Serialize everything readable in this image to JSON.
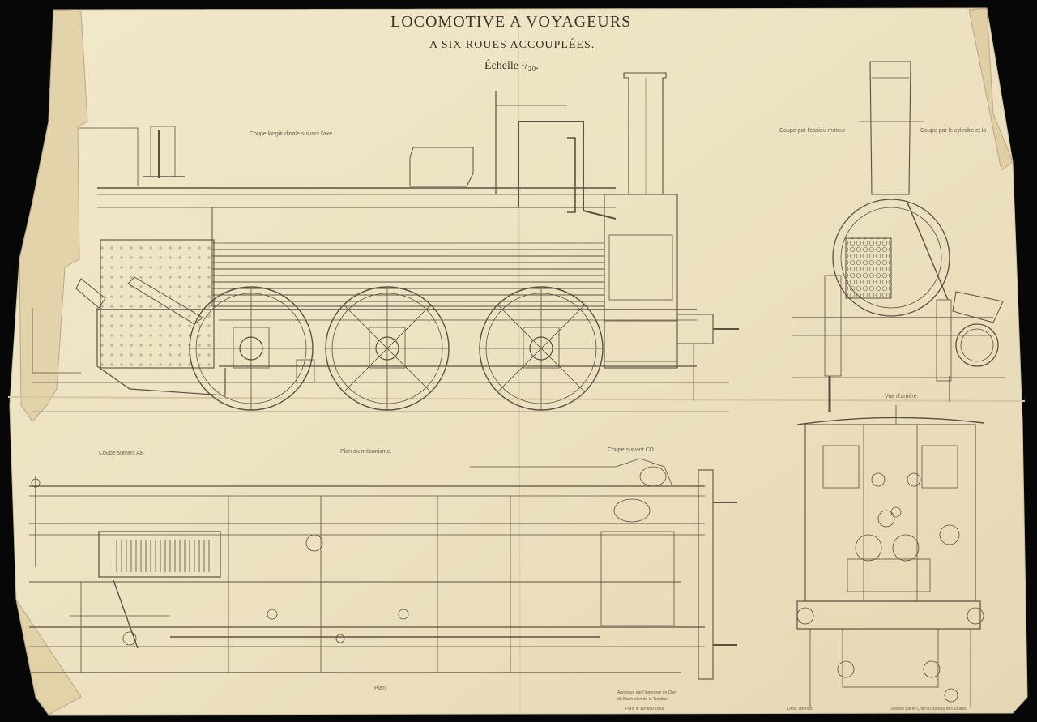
{
  "title": {
    "main": "LOCOMOTIVE A VOYAGEURS",
    "subtitle": "A SIX ROUES ACCOUPLÉES.",
    "scale": "Échelle ¹/₂₀."
  },
  "captions": {
    "longitudinal_section": "Coupe longitudinale suivant l'axe.",
    "axle_section": "Coupe par l'essieu moteur",
    "cylinder_section": "Coupe par le cylindre et la",
    "rear_view": "Vue d'arrière.",
    "section_ab": "Coupe suivant AB",
    "mechanism_plan": "Plan du mécanisme.",
    "section_cd": "Coupe suivant CD",
    "plan": "Plan"
  },
  "footer": {
    "approved_line1": "Approuvé par l'Ingénieur en Chef",
    "approved_line2": "du Matériel et de la Traction",
    "date": "Paris le 1er Mai 1858",
    "drawn": "Dessiné par le Chef du Bureau des Études",
    "draughtsman": "Dess. Bernard"
  },
  "colors": {
    "paper": "#eee3c4",
    "ink": "#5a5040",
    "background": "#070707"
  }
}
